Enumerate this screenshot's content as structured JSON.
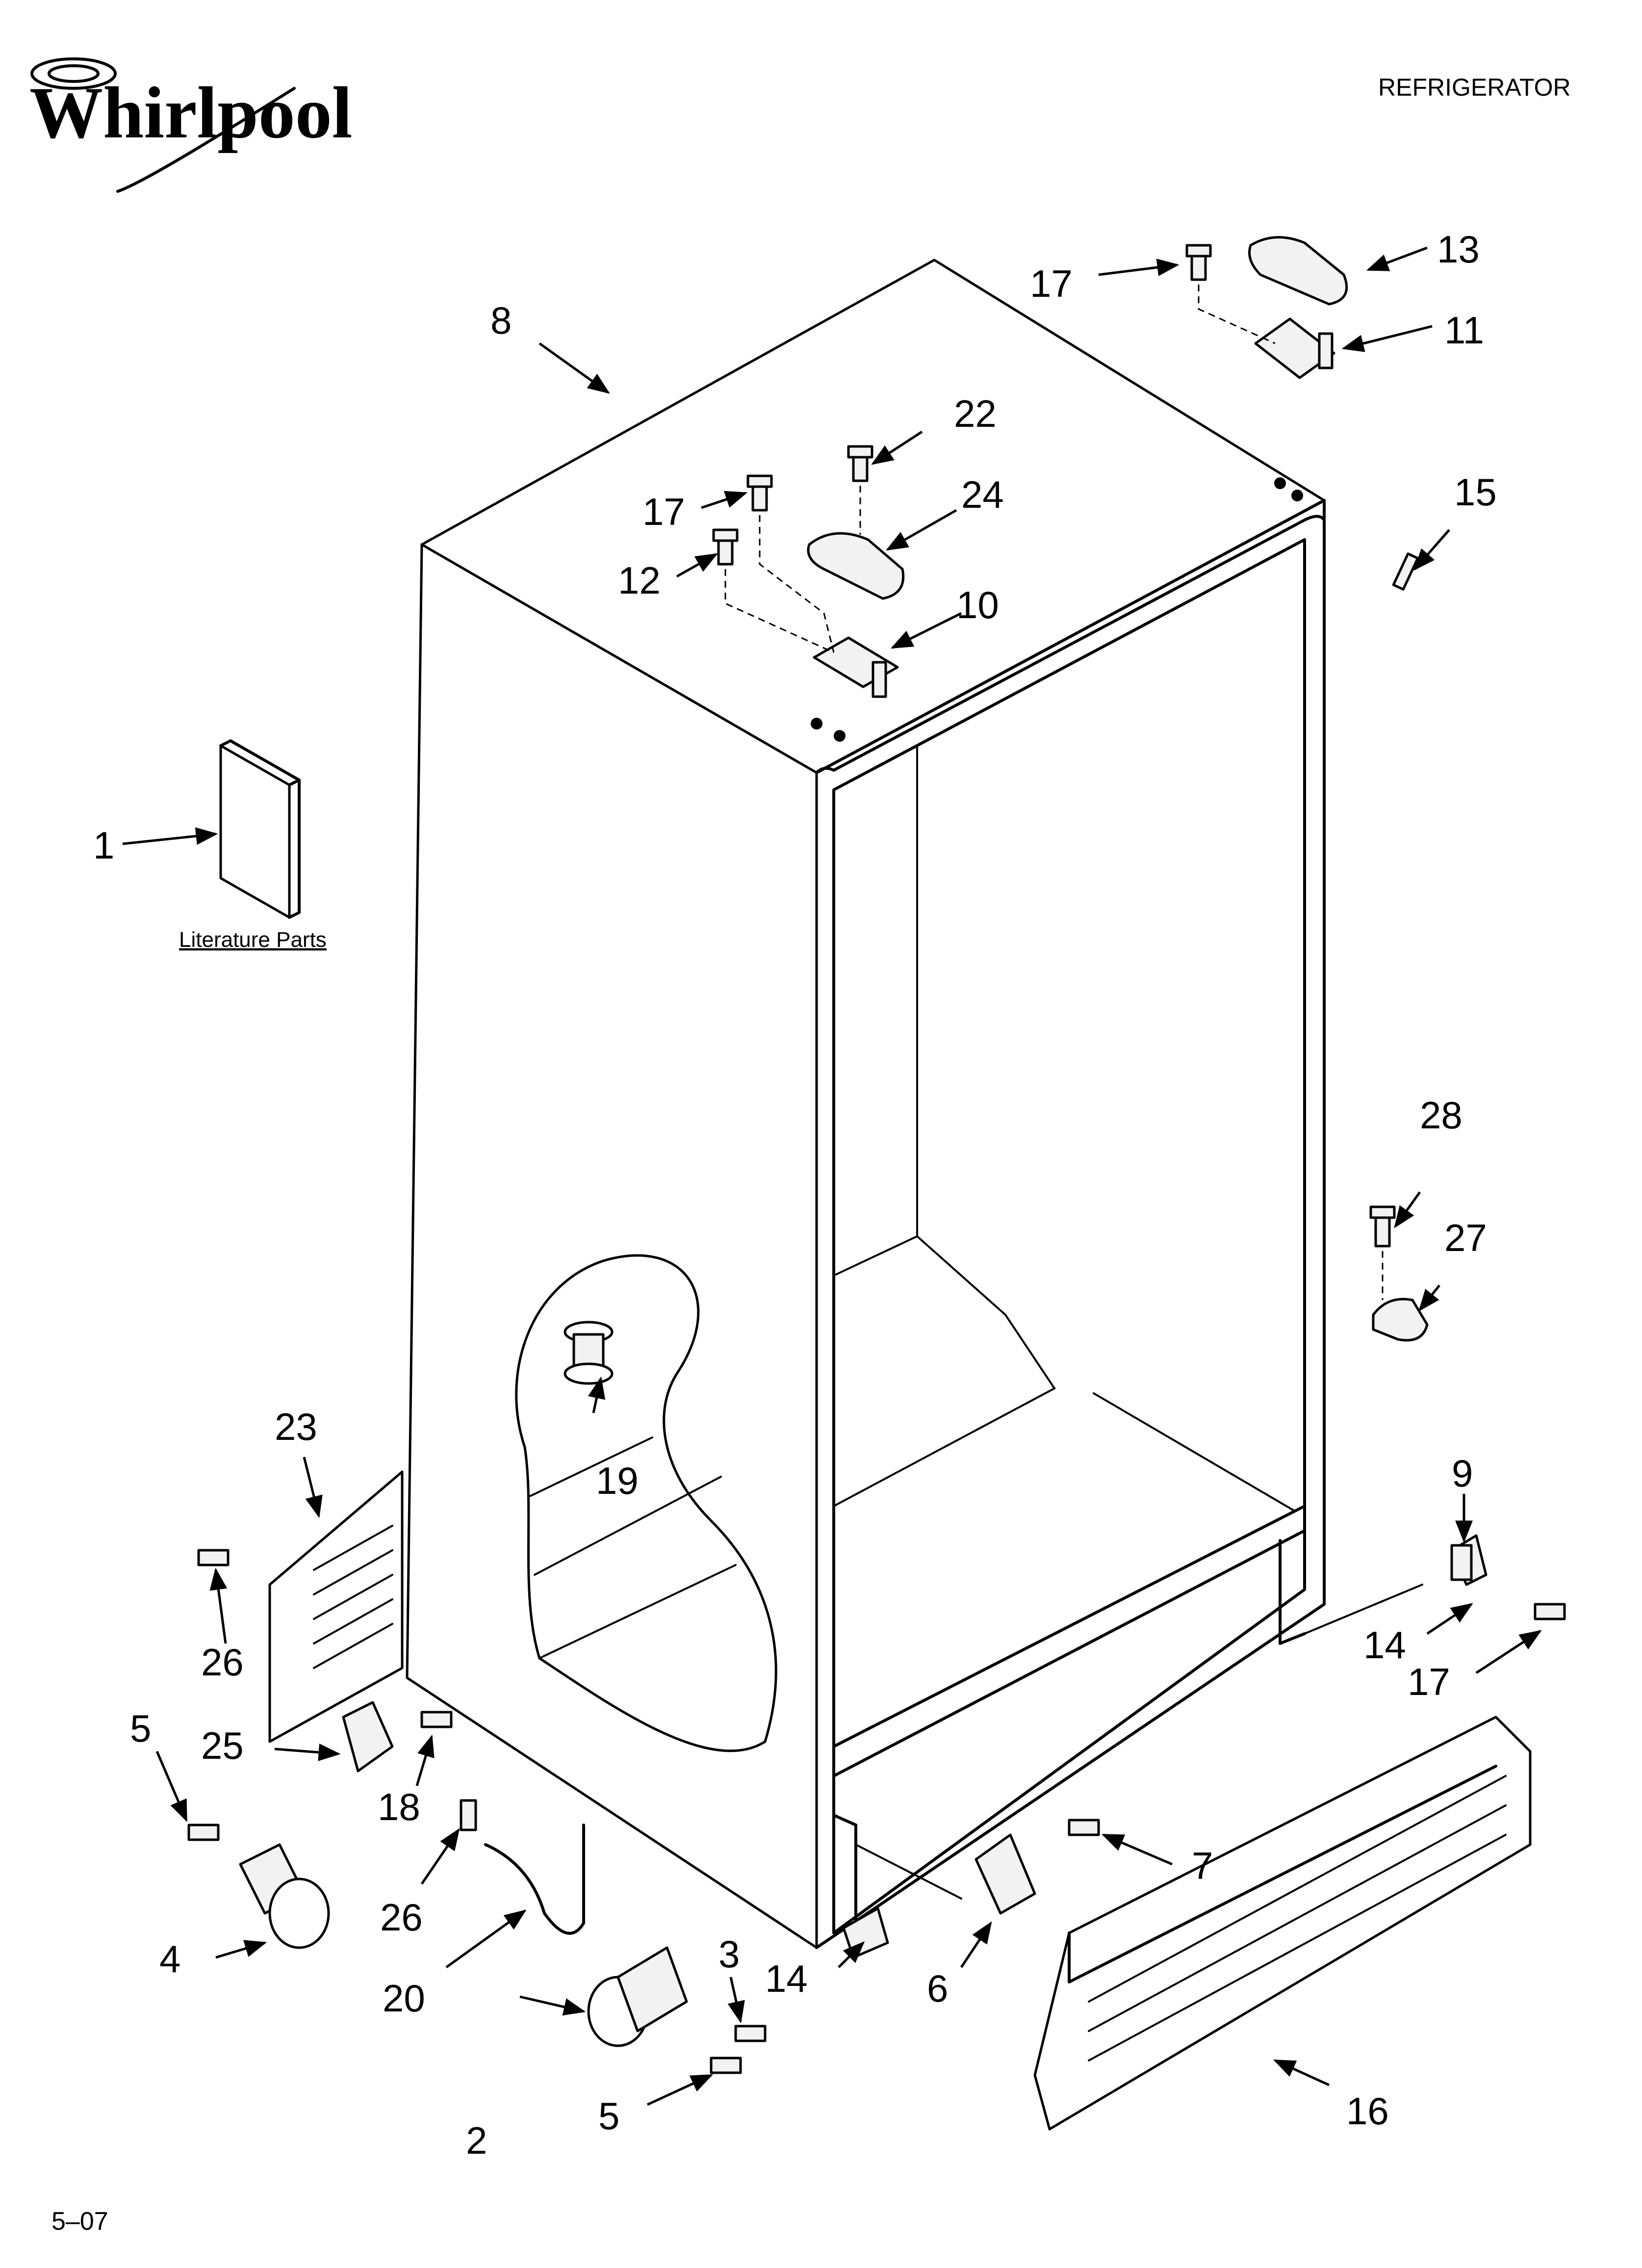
{
  "header": {
    "brand": "Whirlpool",
    "section": "REFRIGERATOR"
  },
  "literature_label": "Literature Parts",
  "footer": {
    "code": "5–07"
  },
  "callouts": [
    {
      "id": "c1",
      "text": "1"
    },
    {
      "id": "c2",
      "text": "2"
    },
    {
      "id": "c3",
      "text": "3"
    },
    {
      "id": "c4",
      "text": "4"
    },
    {
      "id": "c5a",
      "text": "5"
    },
    {
      "id": "c5b",
      "text": "5"
    },
    {
      "id": "c6",
      "text": "6"
    },
    {
      "id": "c7",
      "text": "7"
    },
    {
      "id": "c8",
      "text": "8"
    },
    {
      "id": "c9",
      "text": "9"
    },
    {
      "id": "c10",
      "text": "10"
    },
    {
      "id": "c11",
      "text": "11"
    },
    {
      "id": "c12",
      "text": "12"
    },
    {
      "id": "c13",
      "text": "13"
    },
    {
      "id": "c14a",
      "text": "14"
    },
    {
      "id": "c14b",
      "text": "14"
    },
    {
      "id": "c15",
      "text": "15"
    },
    {
      "id": "c16",
      "text": "16"
    },
    {
      "id": "c17a",
      "text": "17"
    },
    {
      "id": "c17b",
      "text": "17"
    },
    {
      "id": "c17c",
      "text": "17"
    },
    {
      "id": "c18",
      "text": "18"
    },
    {
      "id": "c19",
      "text": "19"
    },
    {
      "id": "c20",
      "text": "20"
    },
    {
      "id": "c22",
      "text": "22"
    },
    {
      "id": "c23",
      "text": "23"
    },
    {
      "id": "c24",
      "text": "24"
    },
    {
      "id": "c25",
      "text": "25"
    },
    {
      "id": "c26a",
      "text": "26"
    },
    {
      "id": "c26b",
      "text": "26"
    },
    {
      "id": "c27",
      "text": "27"
    },
    {
      "id": "c28",
      "text": "28"
    }
  ]
}
